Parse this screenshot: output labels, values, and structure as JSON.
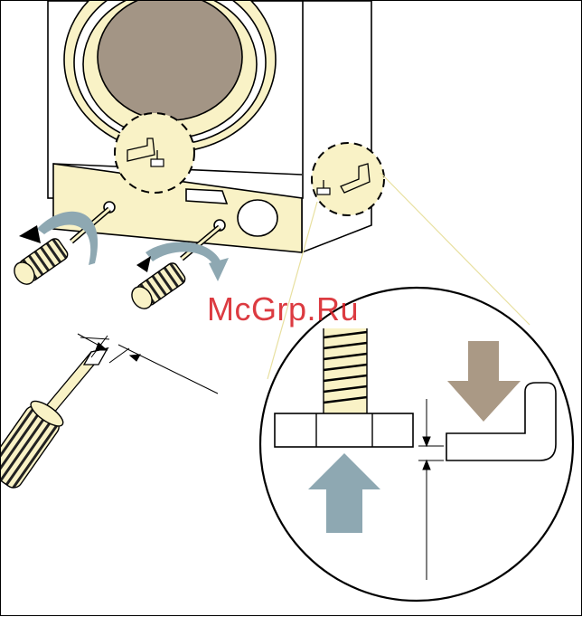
{
  "watermark": {
    "text": "McGrp.Ru"
  },
  "colors": {
    "cream": "#f9f2c6",
    "window_brown": "#a39585",
    "arrow_brown": "#aa9985",
    "arrow_blue": "#8ea8b2",
    "dark_stripes": "#222222",
    "watermark_red": "#d71920"
  },
  "icons": [
    "washing-machine",
    "adjusting-foot",
    "rotation-arrow",
    "screwdriver",
    "up-arrow",
    "down-arrow",
    "bracket"
  ]
}
